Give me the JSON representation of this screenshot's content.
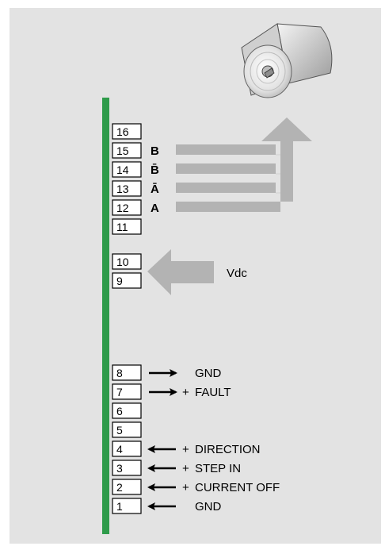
{
  "colors": {
    "background": "#e3e3e3",
    "board": "#2e9b4a",
    "flow_arrow": "#b3b3b3",
    "signal_arrow": "#000000"
  },
  "terminals": [
    "16",
    "15",
    "14",
    "13",
    "12",
    "11",
    "10",
    "9",
    "8",
    "7",
    "6",
    "5",
    "4",
    "3",
    "2",
    "1"
  ],
  "coil_labels": [
    "B",
    "B̄",
    "Ā",
    "A"
  ],
  "power": {
    "label": "Vdc"
  },
  "signals": [
    {
      "terminal": "8",
      "direction": "out",
      "polarity": "",
      "label": "GND"
    },
    {
      "terminal": "7",
      "direction": "out",
      "polarity": "+",
      "label": "FAULT"
    },
    {
      "terminal": "4",
      "direction": "in",
      "polarity": "+",
      "label": "DIRECTION"
    },
    {
      "terminal": "3",
      "direction": "in",
      "polarity": "+",
      "label": "STEP IN"
    },
    {
      "terminal": "2",
      "direction": "in",
      "polarity": "+",
      "label": "CURRENT OFF"
    },
    {
      "terminal": "1",
      "direction": "in",
      "polarity": "",
      "label": "GND"
    }
  ],
  "icons": {
    "motor": "stepper-motor-icon",
    "motor_flow": "motor-phase-flow-arrow",
    "power_flow": "power-input-arrow"
  }
}
